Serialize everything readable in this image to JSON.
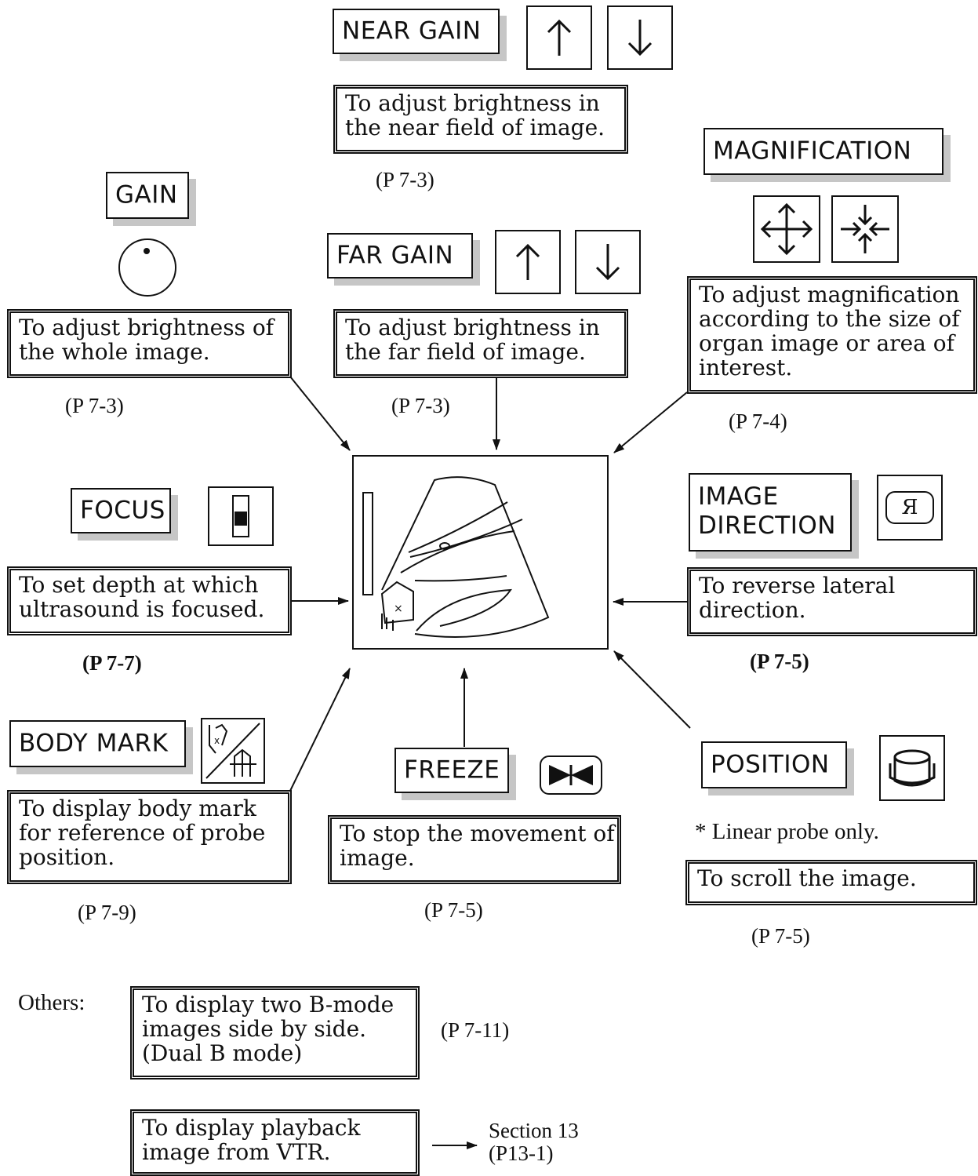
{
  "near_gain": {
    "label": "NEAR GAIN",
    "desc": "To adjust brightness in\nthe near field of image.",
    "ref": "(P 7-3)"
  },
  "magnification": {
    "label": "MAGNIFICATION",
    "desc": "To adjust magnification\naccording to the size of\norgan image or area of\ninterest.",
    "ref": "(P 7-4)"
  },
  "gain": {
    "label": "GAIN",
    "desc": "To adjust brightness of\nthe whole image.",
    "ref": "(P 7-3)"
  },
  "far_gain": {
    "label": "FAR GAIN",
    "desc": "To adjust brightness in\nthe far field of image.",
    "ref": "(P 7-3)"
  },
  "focus": {
    "label": "FOCUS",
    "desc": "To set depth at which\nultrasound is focused.",
    "ref": "(P 7-7)"
  },
  "image_direction": {
    "label": "IMAGE\nDIRECTION",
    "icon_glyph": "Я",
    "desc": "To reverse lateral\ndirection.",
    "ref": "(P 7-5)"
  },
  "body_mark": {
    "label": "BODY MARK",
    "desc": "To display body mark\nfor reference of probe\nposition.",
    "ref": "(P 7-9)"
  },
  "freeze": {
    "label": "FREEZE",
    "desc": "To stop the movement of\nimage.",
    "ref": "(P 7-5)"
  },
  "position": {
    "label": "POSITION",
    "note": "* Linear probe only.",
    "desc": "To scroll the image.",
    "ref": "(P 7-5)"
  },
  "others": {
    "label": "Others:",
    "dual_desc": "To display two B-mode\nimages side by side.\n(Dual B mode)",
    "dual_ref": "(P 7-11)",
    "vtr_desc": "To display playback\nimage from VTR.",
    "vtr_ref": "Section 13\n(P13-1)"
  }
}
